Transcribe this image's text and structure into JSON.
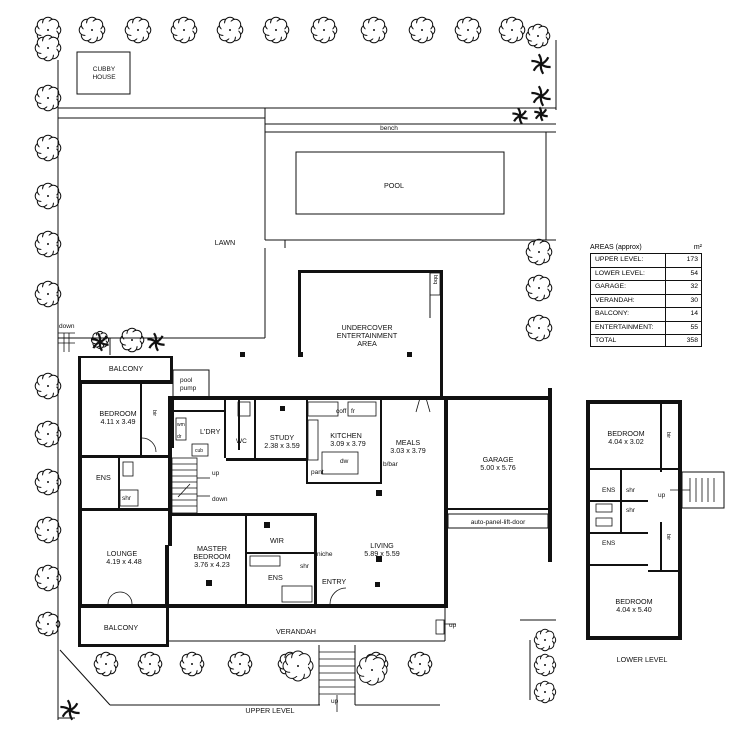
{
  "upper_level": {
    "title": "UPPER LEVEL",
    "cubby_house": [
      "CUBBY",
      "HOUSE"
    ],
    "bench": "bench",
    "pool": "POOL",
    "lawn": "LAWN",
    "down": "down",
    "undercover": [
      "UNDERCOVER",
      "ENTERTAINMENT",
      "AREA"
    ],
    "bbq": "bbq",
    "balcony_top": "BALCONY",
    "pool_pump": [
      "pool",
      "pump"
    ],
    "bedroom": [
      "BEDROOM",
      "4.11 x 3.49"
    ],
    "bir": "bir",
    "wm": "wm",
    "dr": "dr",
    "ldry": "L'DRY",
    "cub": "cub",
    "wc": "WC",
    "study": [
      "STUDY",
      "2.38 x 3.59"
    ],
    "coff": "coff",
    "fr": "fr",
    "kitchen": [
      "KITCHEN",
      "3.09 x 3.79"
    ],
    "dw": "dw",
    "pant": "pant",
    "meals": [
      "MEALS",
      "3.03 x 3.79"
    ],
    "bbar": "b/bar",
    "up1": "up",
    "down2": "down",
    "ens": "ENS",
    "shr": "shr",
    "garage": [
      "GARAGE",
      "5.00 x 5.76"
    ],
    "lift_door": "auto-panel-lift-door",
    "lounge": [
      "LOUNGE",
      "4.19 x 4.48"
    ],
    "master": [
      "MASTER",
      "BEDROOM",
      "3.76 x 4.23"
    ],
    "wir": "WIR",
    "niche": "niche",
    "ens2": "ENS",
    "shr2": "shr",
    "living": [
      "LIVING",
      "5.89 x 5.59"
    ],
    "entry": "ENTRY",
    "balcony_bottom": "BALCONY",
    "verandah": "VERANDAH",
    "up_right": "up",
    "up_bottom": "up"
  },
  "lower_level": {
    "title": "LOWER LEVEL",
    "bedroom1": [
      "BEDROOM",
      "4.04 x 3.02"
    ],
    "bir1": "bir",
    "ens1": "ENS",
    "shr1": "shr",
    "up": "up",
    "shr2": "shr",
    "ens2": "ENS",
    "bir2": "bir",
    "bedroom2": [
      "BEDROOM",
      "4.04 x 5.40"
    ]
  },
  "areas": {
    "title": "AREAS (approx)",
    "unit": "m²",
    "rows": [
      {
        "label": "UPPER LEVEL:",
        "value": "173"
      },
      {
        "label": "LOWER LEVEL:",
        "value": "54"
      },
      {
        "label": "GARAGE:",
        "value": "32"
      },
      {
        "label": "VERANDAH:",
        "value": "30"
      },
      {
        "label": "BALCONY:",
        "value": "14"
      },
      {
        "label": "ENTERTAINMENT:",
        "value": "55"
      }
    ],
    "total": {
      "label": "TOTAL",
      "value": "358"
    }
  }
}
